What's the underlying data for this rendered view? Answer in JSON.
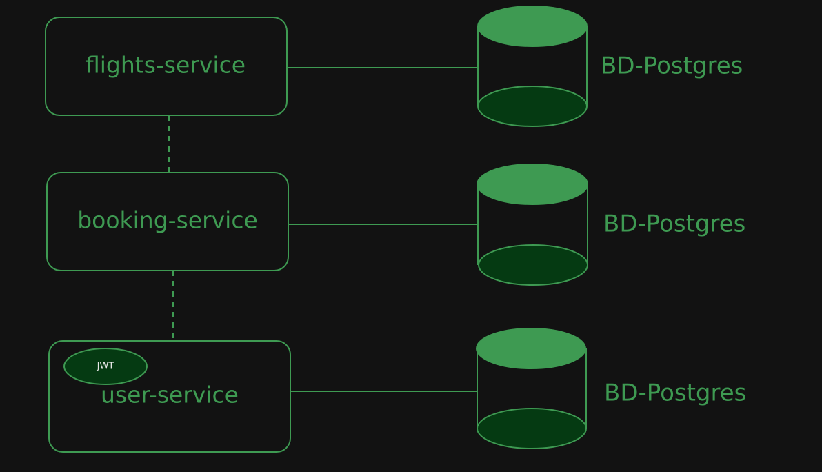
{
  "colors": {
    "background": "#121212",
    "stroke": "#3e9a52",
    "db_top": "#3e9a52",
    "db_bottom": "#053a12",
    "badge_fill": "#053a12",
    "badge_text": "#e8e8e8"
  },
  "services": [
    {
      "id": "flights",
      "label": "flights-service"
    },
    {
      "id": "booking",
      "label": "booking-service"
    },
    {
      "id": "user",
      "label": "user-service",
      "badge": "JWT"
    }
  ],
  "databases": [
    {
      "label": "BD-Postgres"
    },
    {
      "label": "BD-Postgres"
    },
    {
      "label": "BD-Postgres"
    }
  ]
}
